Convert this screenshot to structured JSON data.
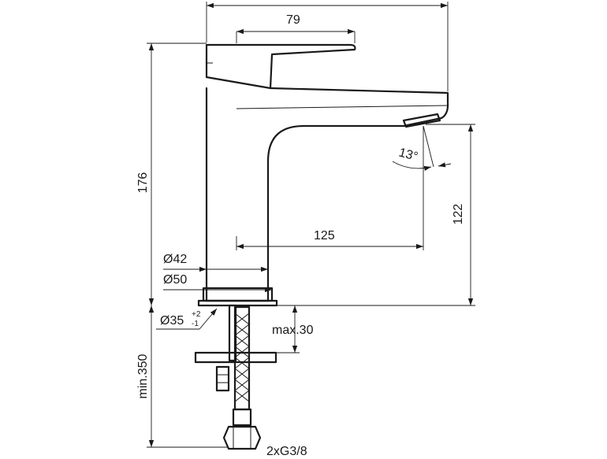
{
  "dimensions": {
    "height_total": "176",
    "handle_length": "79",
    "reach": "125",
    "spout_height": "122",
    "spout_angle": "13°",
    "body_diameter": "Ø42",
    "base_diameter": "Ø50",
    "hole_diameter": "Ø35",
    "hole_tol_plus": "+2",
    "hole_tol_minus": "-1",
    "deck_thickness": "max.30",
    "hose_length": "min.350",
    "connection": "2xG3/8"
  }
}
